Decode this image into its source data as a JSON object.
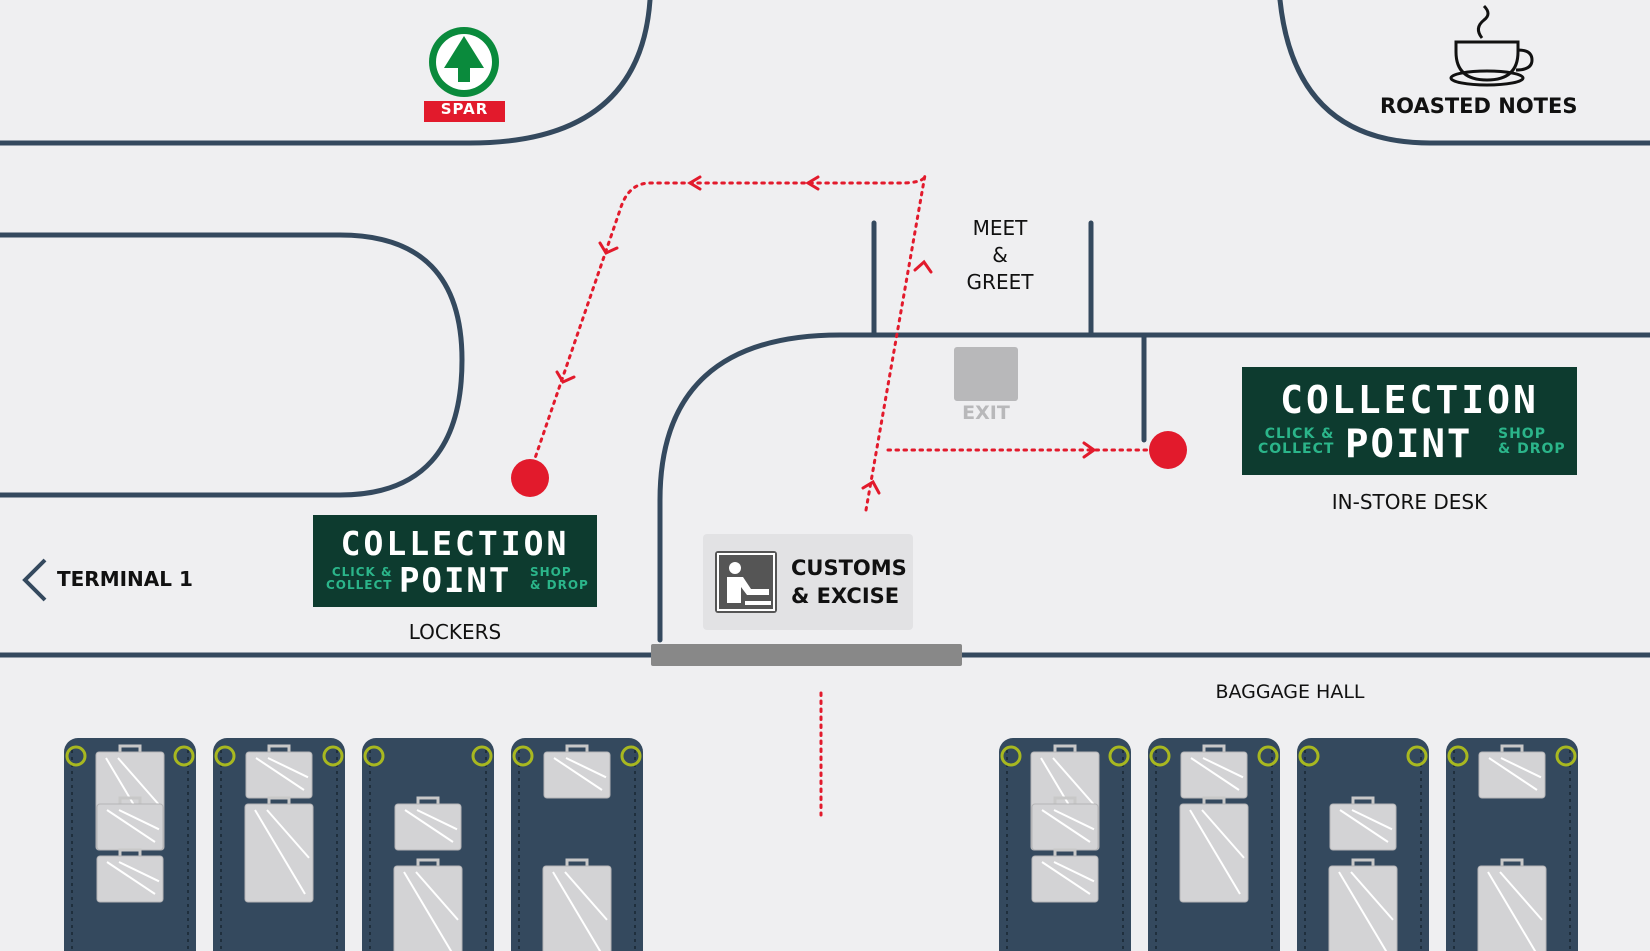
{
  "brands": {
    "spar": {
      "label": "SPAR",
      "color_green": "#0a8a3c",
      "color_red": "#e21a2c"
    },
    "cafe": {
      "label": "ROASTED NOTES",
      "icon": "coffee-cup-icon"
    }
  },
  "areas": {
    "meet_greet": "MEET\n&\nGREET",
    "exit": "EXIT",
    "terminal": "TERMINAL 1",
    "baggage_hall": "BAGGAGE HALL",
    "customs": "CUSTOMS\n& EXCISE"
  },
  "collection_points": [
    {
      "title": "COLLECTION",
      "subtitle": "POINT",
      "left_text": "CLICK &\nCOLLECT",
      "right_text": "SHOP\n& DROP",
      "caption": "LOCKERS"
    },
    {
      "title": "COLLECTION",
      "subtitle": "POINT",
      "left_text": "CLICK &\nCOLLECT",
      "right_text": "SHOP\n& DROP",
      "caption": "IN-STORE DESK"
    }
  ],
  "colors": {
    "wall": "#34495e",
    "route": "#e21a2c",
    "floor": "#efeff1",
    "carousel": "#34495e",
    "collection_bg": "#0d3b2f",
    "collection_accent": "#2bb58a"
  },
  "icons": [
    "terminal-chevron-left-icon",
    "exit-arrow-icon",
    "customs-officer-icon",
    "spar-tree-icon",
    "suitcase-icon"
  ]
}
